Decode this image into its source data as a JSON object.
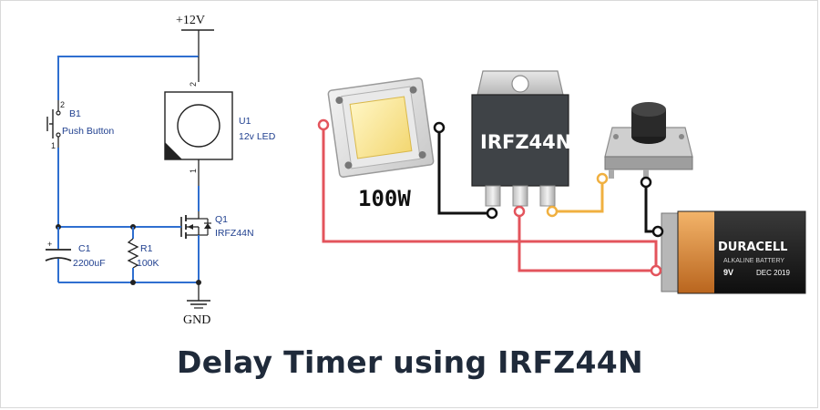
{
  "caption": "Delay Timer using IRFZ44N",
  "schematic": {
    "supply_label": "+12V",
    "ground_label": "GND",
    "b1_ref": "B1",
    "b1_name": "Push Button",
    "u1_ref": "U1",
    "u1_name": "12v LED",
    "q1_ref": "Q1",
    "q1_name": "IRFZ44N",
    "c1_ref": "C1",
    "c1_value": "2200uF",
    "r1_ref": "R1",
    "r1_value": "100K",
    "pin_1": "1",
    "pin_2": "2",
    "plus_sign": "+"
  },
  "components": {
    "led_power": "100W",
    "mosfet_label": "IRFZ44N",
    "battery_brand": "DURACELL",
    "battery_type": "ALKALINE BATTERY",
    "battery_voltage": "9V",
    "battery_date": "DEC 2019"
  },
  "colors": {
    "schematic_wire": "#2f6fd0",
    "red_wire": "#e3545c",
    "black_wire": "#111111",
    "yellow_wire": "#f0b040",
    "caption": "#1f2a3a"
  }
}
